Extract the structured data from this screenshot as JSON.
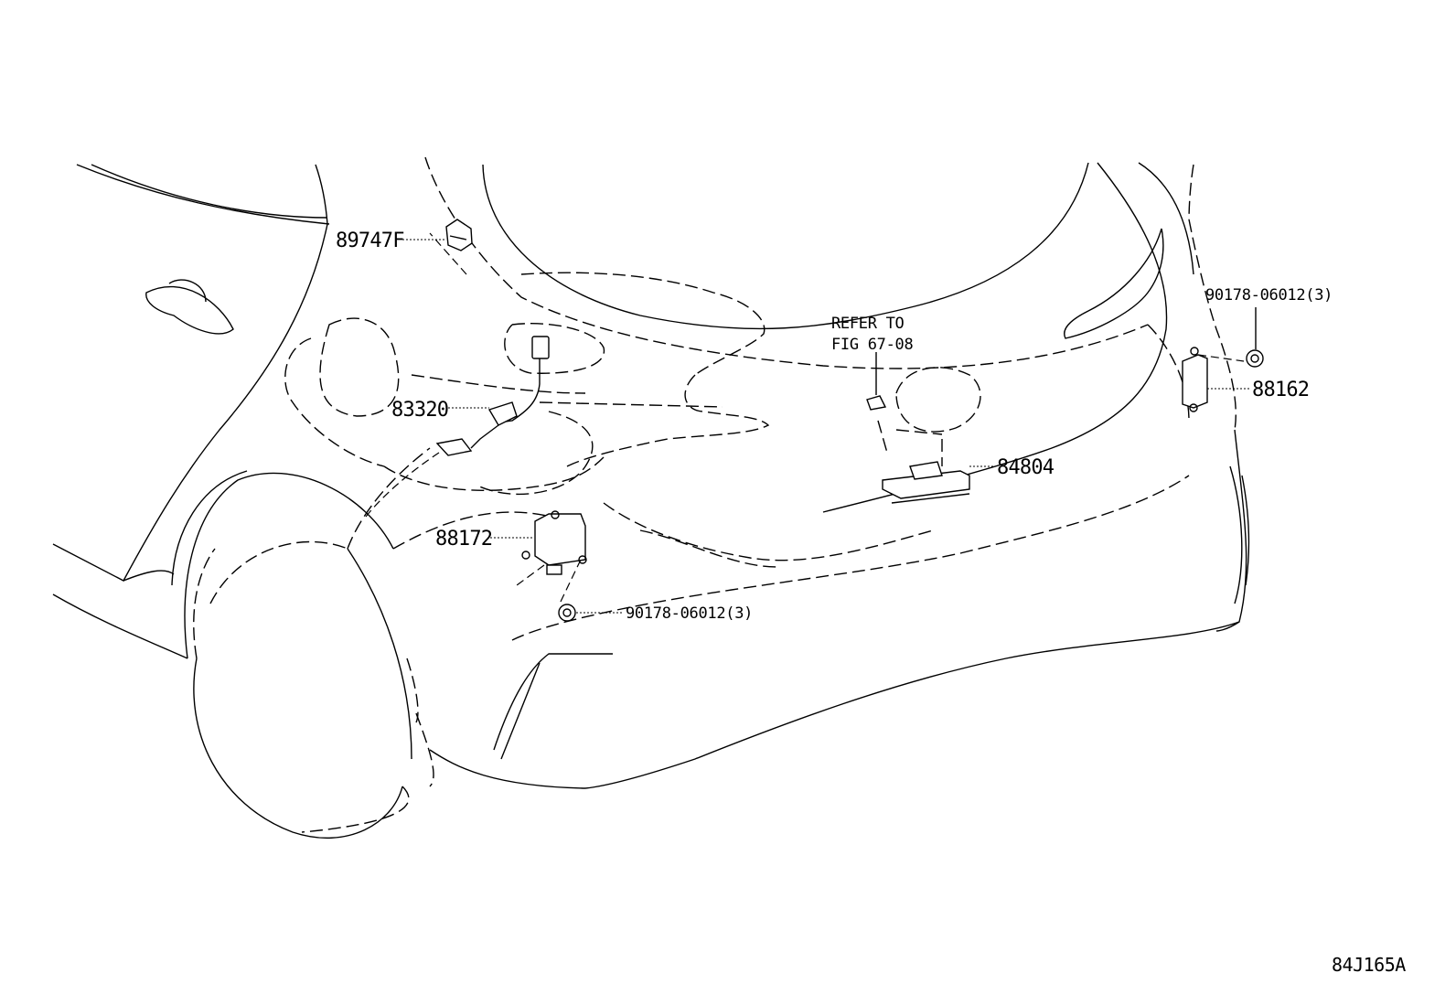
{
  "diagram": {
    "drawing_code": "84J165A",
    "parts": [
      {
        "number": "89747F"
      },
      {
        "number": "83320"
      },
      {
        "number": "88172"
      },
      {
        "number": "90178-06012(3)"
      },
      {
        "number": "84804"
      },
      {
        "number": "88162"
      },
      {
        "number": "90178-06012(3)"
      }
    ],
    "reference_note": {
      "line1": "REFER TO",
      "line2": "FIG 67-08"
    }
  }
}
